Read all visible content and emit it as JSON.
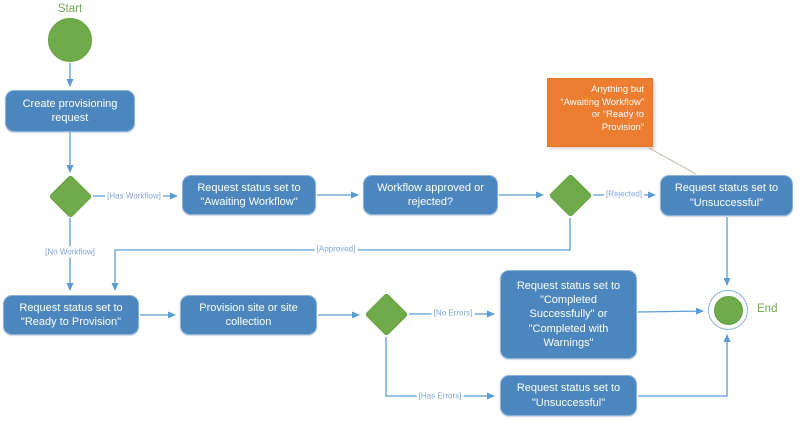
{
  "nodes": {
    "start": {
      "label": "Start"
    },
    "create": {
      "text": "Create provisioning request"
    },
    "awaiting": {
      "text": "Request status set to \"Awaiting Workflow\""
    },
    "workflow_question": {
      "text": "Workflow approved or rejected?"
    },
    "unsuccessful_top": {
      "text": "Request status set to \"Unsuccessful\""
    },
    "ready": {
      "text": "Request status set to \"Ready to Provision\""
    },
    "provision": {
      "text": "Provision site or site collection"
    },
    "completed": {
      "text": "Request status set to \"Completed Successfully\" or \"Completed with Warnings\""
    },
    "unsuccessful_bottom": {
      "text": "Request status set to \"Unsuccessful\""
    },
    "end": {
      "label": "End"
    }
  },
  "callout": {
    "text": "Anything but “Awaiting Workflow” or “Ready to Provision”"
  },
  "edge_labels": {
    "has_workflow": "[Has Workflow]",
    "no_workflow": "[No Workflow]",
    "rejected": "[Rejected]",
    "approved": "[Approved]",
    "no_errors": "[No Errors]",
    "has_errors": "[Has Errors]"
  },
  "colors": {
    "process_blue": "#4B86BE",
    "process_border": "#8DB3D9",
    "shape_green": "#6FAB4B",
    "connector_blue": "#5B9BD5",
    "edge_label_blue": "#7EA6D4",
    "callout_orange": "#ED7D31",
    "callout_leader_gray": "#C6BFB4",
    "text_white": "#FFFFFF"
  }
}
